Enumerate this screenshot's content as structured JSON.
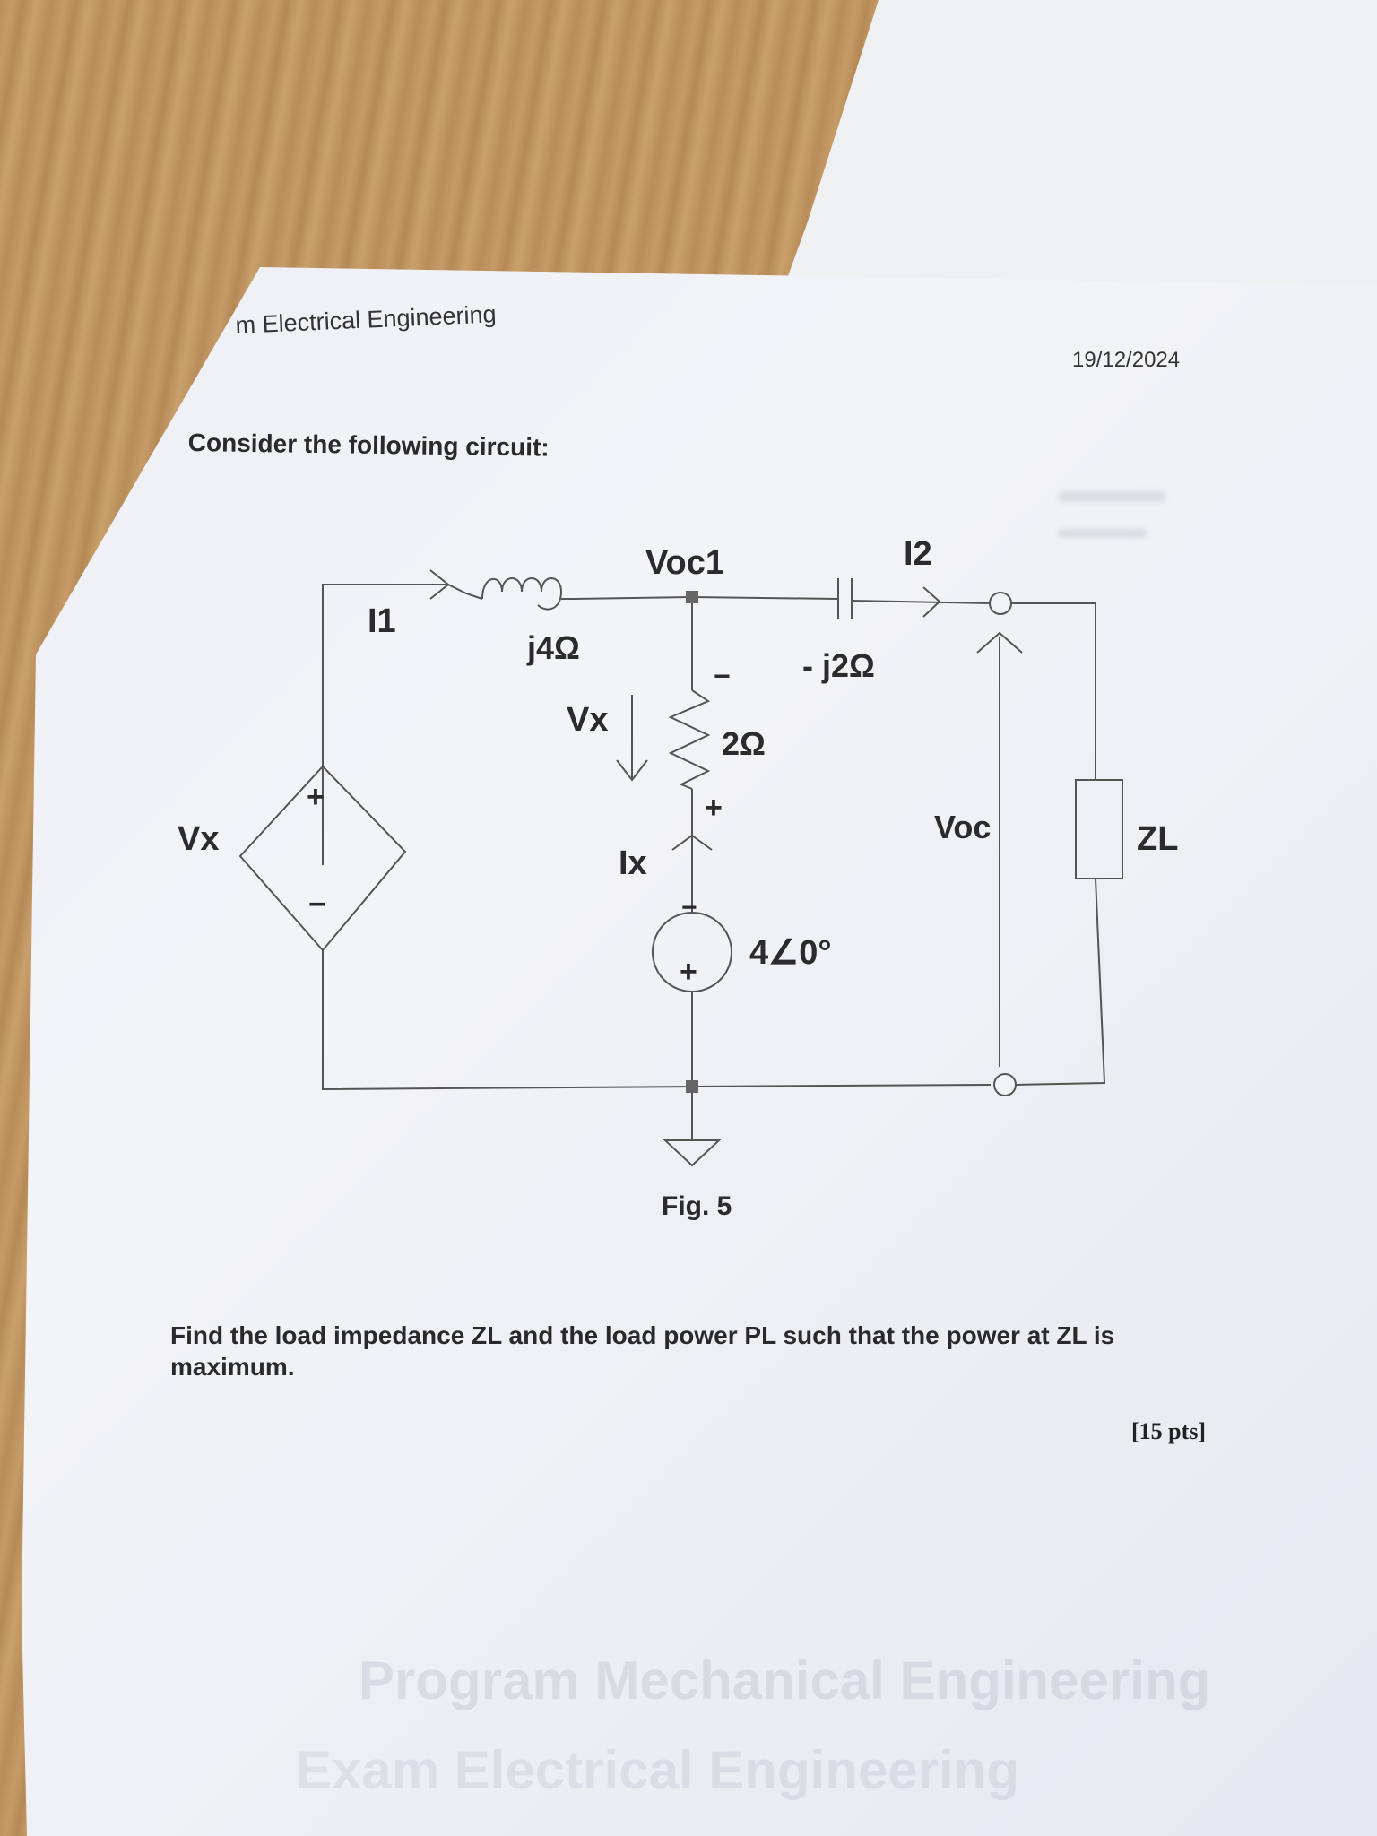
{
  "header": {
    "course": "m Electrical Engineering",
    "date": "19/12/2024"
  },
  "intro": "Consider the following circuit:",
  "circuit": {
    "labels": {
      "voc1": "Voc1",
      "i1": "I1",
      "i2": "I2",
      "inductor": "j4Ω",
      "capacitor": "- j2Ω",
      "resistor": "2Ω",
      "vx_arrow": "Vx",
      "vx_source": "Vx",
      "ix": "Ix",
      "source_value": "4∠0°",
      "voc": "Voc",
      "zl": "ZL",
      "plus": "+",
      "minus": "−"
    },
    "figure_caption": "Fig. 5"
  },
  "question": "Find the load impedance ZL and the load power PL such that the power at ZL is maximum.",
  "points": "[15 pts]",
  "faint_text": {
    "line1": "Program Mechanical Engineering",
    "line2": "Exam Electrical Engineering"
  }
}
